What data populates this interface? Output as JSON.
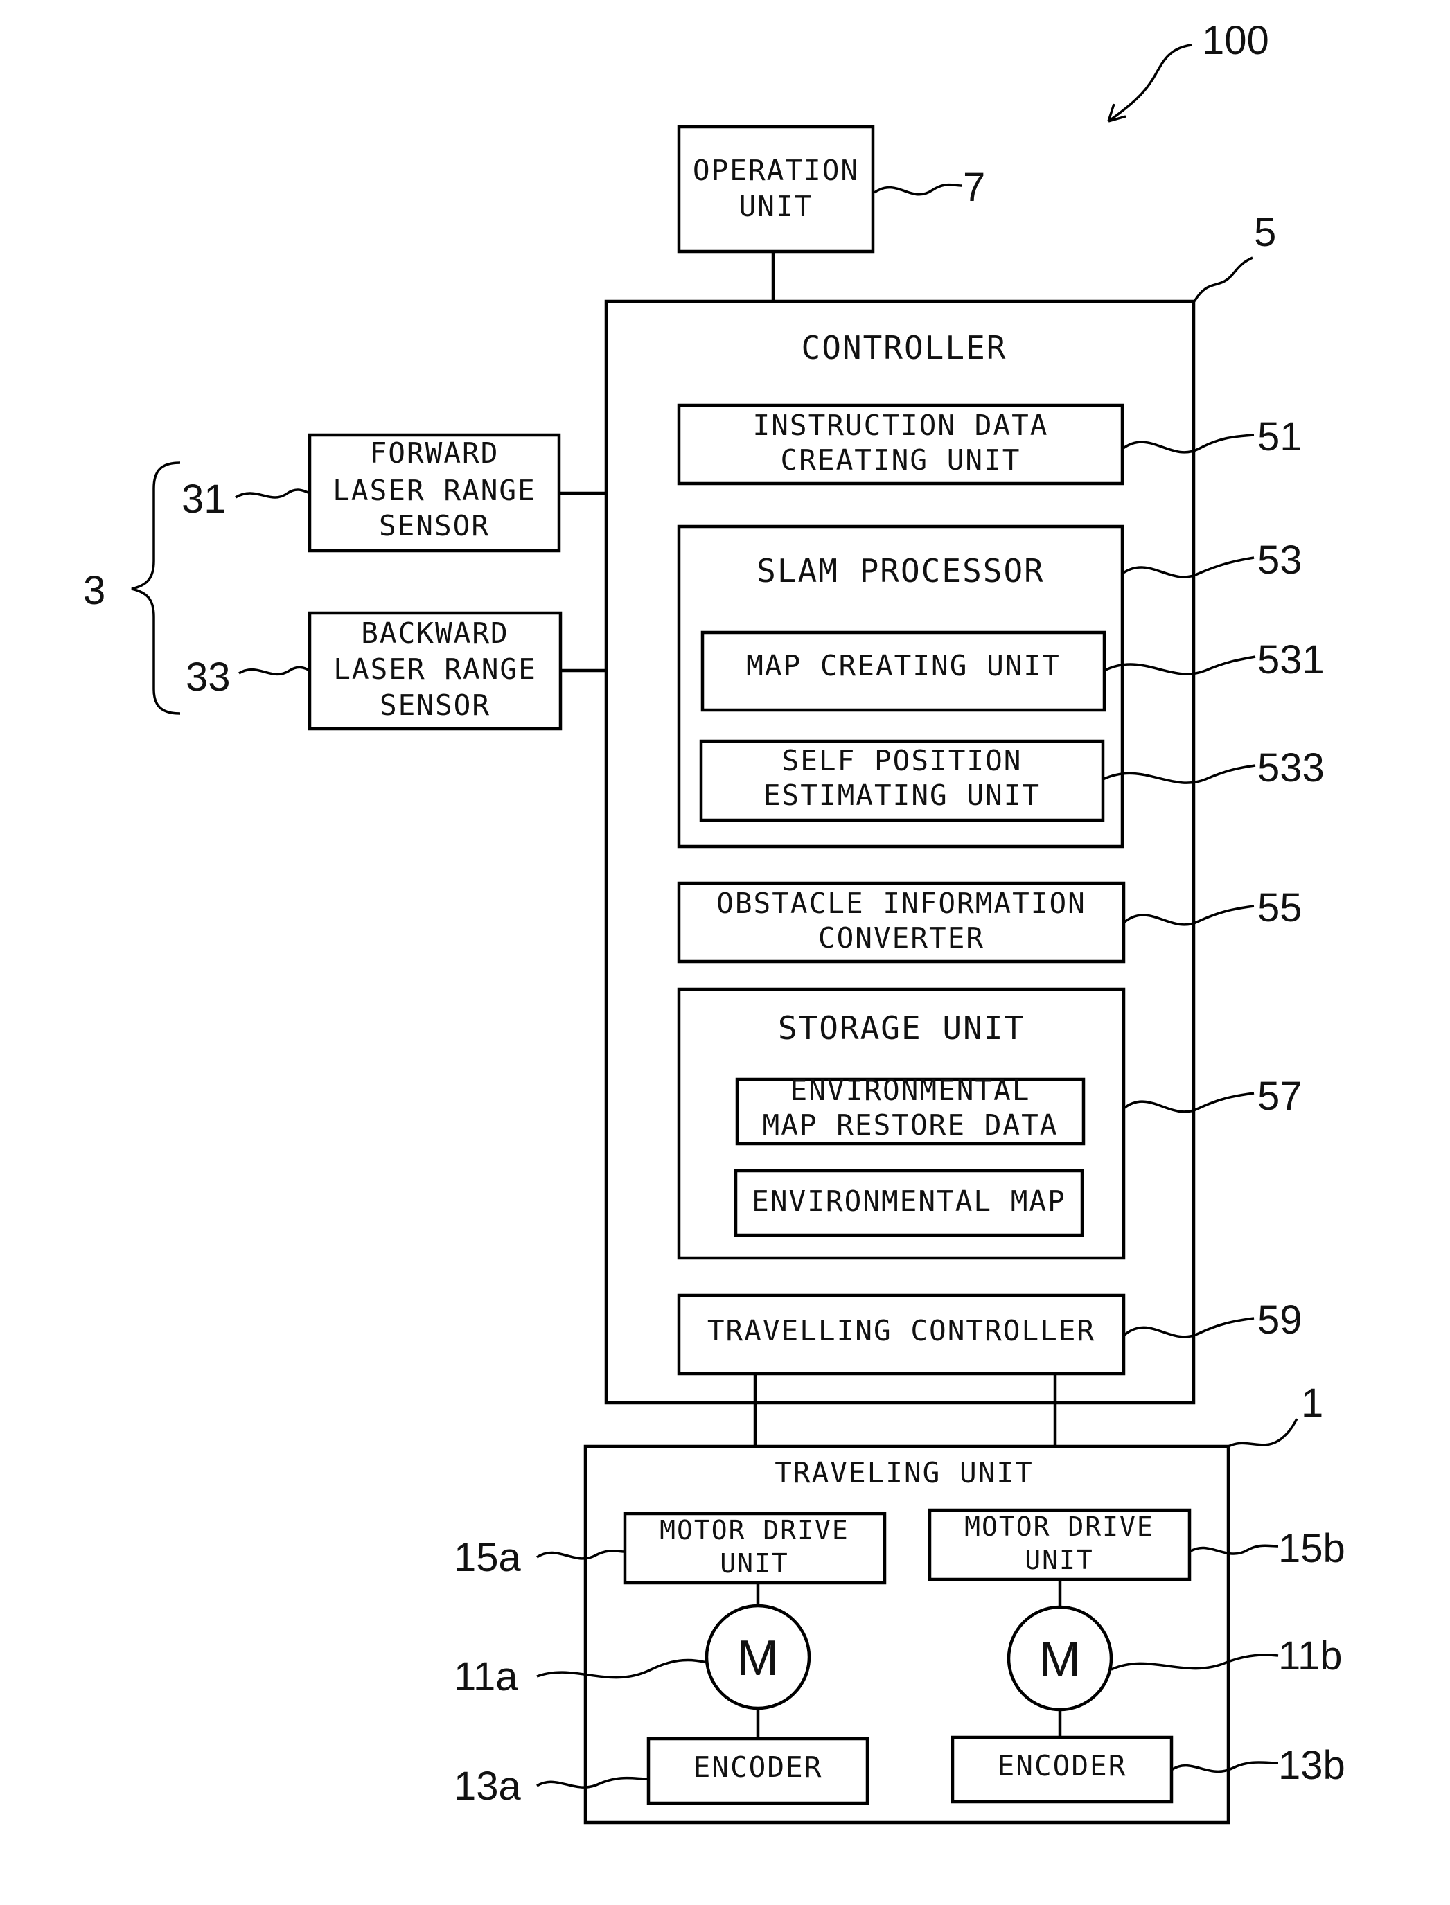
{
  "figure": {
    "system_ref": "100",
    "operation_unit": {
      "line1": "OPERATION",
      "line2": "UNIT",
      "ref": "7"
    },
    "controller": {
      "title": "CONTROLLER",
      "ref": "5",
      "instruction_unit": {
        "line1": "INSTRUCTION DATA",
        "line2": "CREATING UNIT",
        "ref": "51"
      },
      "slam_processor": {
        "title": "SLAM PROCESSOR",
        "ref": "53",
        "map_creating_unit": {
          "label": "MAP CREATING UNIT",
          "ref": "531"
        },
        "self_position_unit": {
          "line1": "SELF POSITION",
          "line2": "ESTIMATING UNIT",
          "ref": "533"
        }
      },
      "obstacle_converter": {
        "line1": "OBSTACLE INFORMATION",
        "line2": "CONVERTER",
        "ref": "55"
      },
      "storage_unit": {
        "title": "STORAGE UNIT",
        "ref": "57",
        "restore_data": {
          "line1": "ENVIRONMENTAL",
          "line2": "MAP RESTORE DATA"
        },
        "environmental_map": "ENVIRONMENTAL MAP"
      },
      "travelling_controller": {
        "label": "TRAVELLING CONTROLLER",
        "ref": "59"
      }
    },
    "sensors": {
      "group_ref": "3",
      "forward": {
        "line1": "FORWARD",
        "line2": "LASER RANGE",
        "line3": "SENSOR",
        "ref": "31"
      },
      "backward": {
        "line1": "BACKWARD",
        "line2": "LASER RANGE",
        "line3": "SENSOR",
        "ref": "33"
      }
    },
    "traveling_unit": {
      "title": "TRAVELING UNIT",
      "ref": "1",
      "left": {
        "drive": {
          "line1": "MOTOR DRIVE",
          "line2": "UNIT",
          "ref": "15a"
        },
        "motor": {
          "symbol": "M",
          "ref": "11a"
        },
        "encoder": {
          "label": "ENCODER",
          "ref": "13a"
        }
      },
      "right": {
        "drive": {
          "line1": "MOTOR DRIVE",
          "line2": "UNIT",
          "ref": "15b"
        },
        "motor": {
          "symbol": "M",
          "ref": "11b"
        },
        "encoder": {
          "label": "ENCODER",
          "ref": "13b"
        }
      }
    }
  }
}
